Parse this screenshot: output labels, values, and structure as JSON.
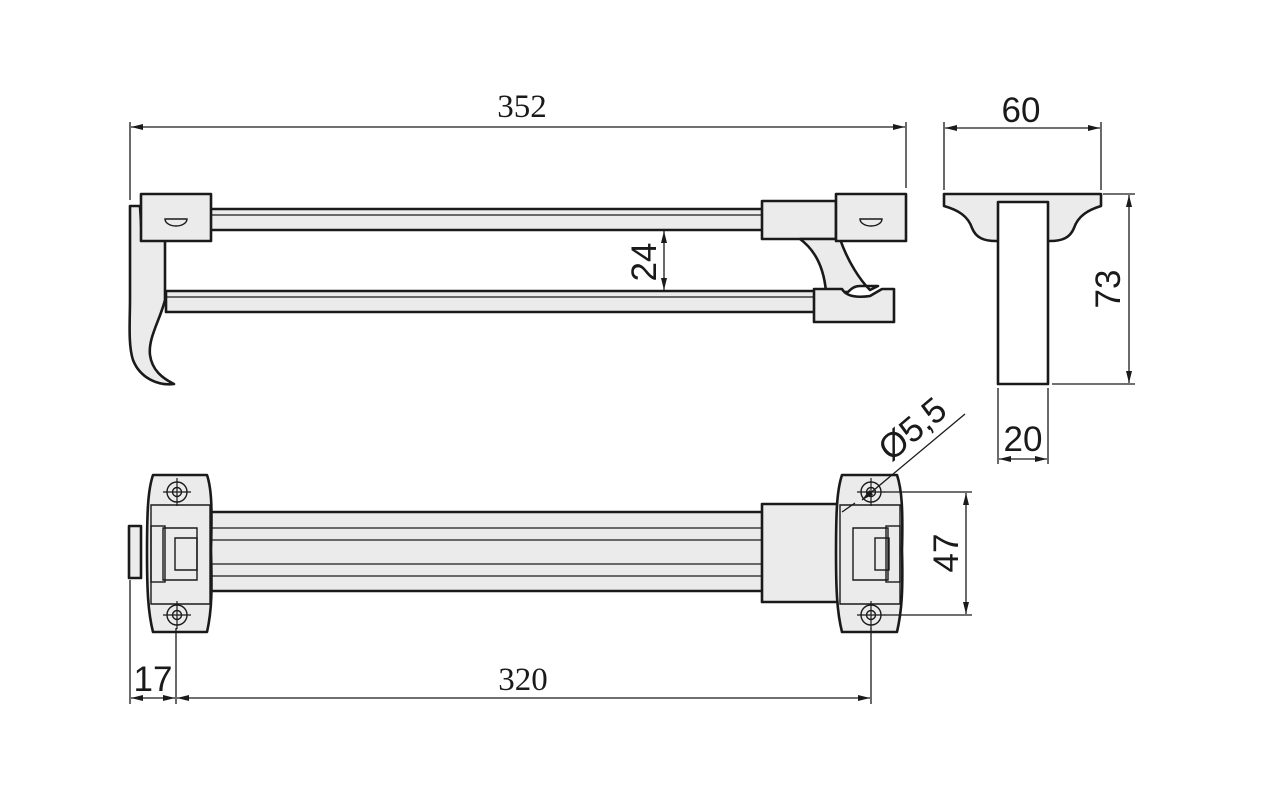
{
  "dimensions": {
    "overall_length": "352",
    "depth": "60",
    "rail_gap": "24",
    "height": "73",
    "bar_width": "20",
    "hole_diameter": "Ø5,5",
    "hole_spacing": "47",
    "offset": "17",
    "mount_spacing": "320"
  },
  "colors": {
    "line": "#1a1a1a",
    "fill": "#ebebeb"
  }
}
